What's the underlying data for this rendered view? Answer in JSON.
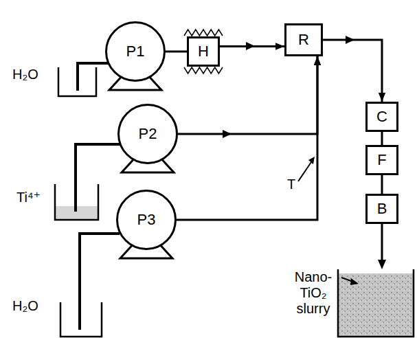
{
  "diagram": {
    "nodes": [
      {
        "text": [
          "P1"
        ]
      },
      {
        "text": [
          "H"
        ]
      },
      {
        "text": [
          "R"
        ]
      },
      {
        "text": [
          "P2"
        ]
      },
      {
        "text": [
          "P3"
        ]
      },
      {
        "text": [
          "C"
        ]
      },
      {
        "text": [
          "F"
        ]
      },
      {
        "text": [
          "B"
        ]
      }
    ],
    "edges": [
      {
        "from": 0,
        "to": 1,
        "arrow": "none"
      },
      {
        "from": 1,
        "to": 2,
        "arrow": "to"
      },
      {
        "from": 3,
        "to": 2,
        "arrow": "to"
      },
      {
        "from": 4,
        "to": 2,
        "arrow": "to"
      },
      {
        "from": 2,
        "to": 5,
        "arrow": "to"
      },
      {
        "from": 5,
        "to": 6,
        "arrow": "none"
      },
      {
        "from": 6,
        "to": 7,
        "arrow": "none"
      }
    ],
    "labels": [
      "H₂O",
      "Ti⁴⁺",
      "H₂O",
      "T",
      "Nano-TiO₂ slurry"
    ]
  }
}
